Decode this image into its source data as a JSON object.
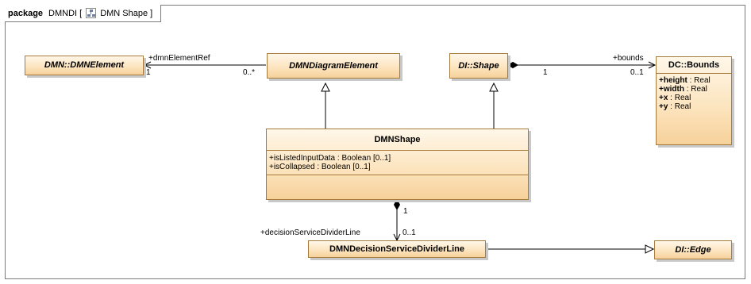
{
  "package": {
    "keyword": "package",
    "name_prefix": "DMNDI [",
    "diagram_name": "DMN Shape",
    "name_suffix": "]"
  },
  "classes": {
    "dmn_element": {
      "name": "DMN::DMNElement"
    },
    "diagram_element": {
      "name": "DMNDiagramElement"
    },
    "di_shape": {
      "name": "DI::Shape"
    },
    "bounds": {
      "name": "DC::Bounds",
      "attributes": [
        {
          "name": "+height",
          "type": " : Real"
        },
        {
          "name": "+width",
          "type": " : Real"
        },
        {
          "name": "+x",
          "type": " : Real"
        },
        {
          "name": "+y",
          "type": " : Real"
        }
      ]
    },
    "dmn_shape": {
      "name": "DMNShape",
      "attributes": [
        {
          "name": "+isListedInputData",
          "type": " : Boolean [0..1]"
        },
        {
          "name": "+isCollapsed",
          "type": " : Boolean [0..1]"
        }
      ]
    },
    "divider_line": {
      "name": "DMNDecisionServiceDividerLine"
    },
    "di_edge": {
      "name": "DI::Edge"
    }
  },
  "associations": {
    "element_ref": {
      "role": "+dmnElementRef",
      "target_mult": "1",
      "source_mult": "0..*"
    },
    "bounds": {
      "role": "+bounds",
      "source_mult": "1",
      "target_mult": "0..1"
    },
    "divider": {
      "role": "+decisionServiceDividerLine",
      "source_mult": "1",
      "target_mult": "0..1"
    }
  }
}
